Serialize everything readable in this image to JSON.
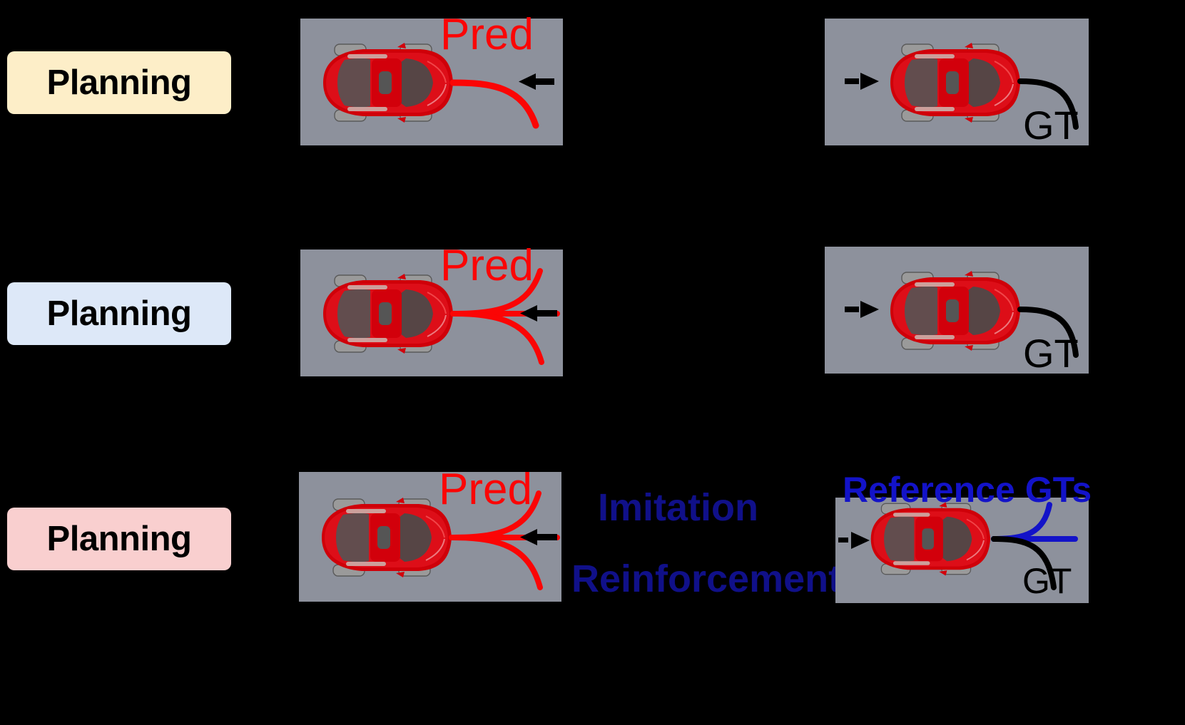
{
  "figure": {
    "background_color": "#000000",
    "panel_color": "#8d919c",
    "description": "Three-row comparison diagram of planning paradigms showing predicted ego trajectories versus ground-truth trajectories"
  },
  "palette": {
    "pred_red": "#fb0505",
    "gt_black": "#000000",
    "reference_blue": "#1313c8",
    "imitation_navy": "#101089",
    "chip_row1": "#fdeec8",
    "chip_row2": "#dde8f8",
    "chip_row3": "#f9cfcf",
    "car_red": "#d6000b"
  },
  "rows": [
    {
      "id": "row-1",
      "chip": {
        "label": "Planning",
        "fill": "#fdeec8"
      },
      "left_panel": {
        "label": "Pred",
        "label_color": "#fb0505",
        "trajectory_count": 1,
        "trajectory_color": "#fb0505",
        "arrow": "left-arrow"
      },
      "right_panel": {
        "label": "GT",
        "label_color": "#000000",
        "trajectory_count": 1,
        "trajectory_color": "#000000",
        "arrow": "right-arrow"
      },
      "middle_labels": []
    },
    {
      "id": "row-2",
      "chip": {
        "label": "Planning",
        "fill": "#dde8f8"
      },
      "left_panel": {
        "label": "Pred",
        "label_color": "#fb0505",
        "trajectory_count": 3,
        "trajectory_color": "#fb0505",
        "arrow": "left-arrow"
      },
      "right_panel": {
        "label": "GT",
        "label_color": "#000000",
        "trajectory_count": 1,
        "trajectory_color": "#000000",
        "arrow": "right-arrow"
      },
      "middle_labels": []
    },
    {
      "id": "row-3",
      "chip": {
        "label": "Planning",
        "fill": "#f9cfcf"
      },
      "left_panel": {
        "label": "Pred",
        "label_color": "#fb0505",
        "trajectory_count": 3,
        "trajectory_color": "#fb0505",
        "arrow": "left-arrow"
      },
      "right_panel": {
        "label": "GT",
        "label_color": "#000000",
        "secondary_label": "Reference GTs",
        "secondary_label_color": "#1313c8",
        "trajectory_count": 1,
        "reference_trajectory_count": 3,
        "trajectory_color": "#000000",
        "reference_trajectory_color": "#1313c8",
        "arrow": "right-arrow"
      },
      "middle_labels": [
        {
          "text": "Imitation",
          "color": "#101089"
        },
        {
          "text": "Reinforcement",
          "color": "#101089"
        }
      ]
    }
  ]
}
